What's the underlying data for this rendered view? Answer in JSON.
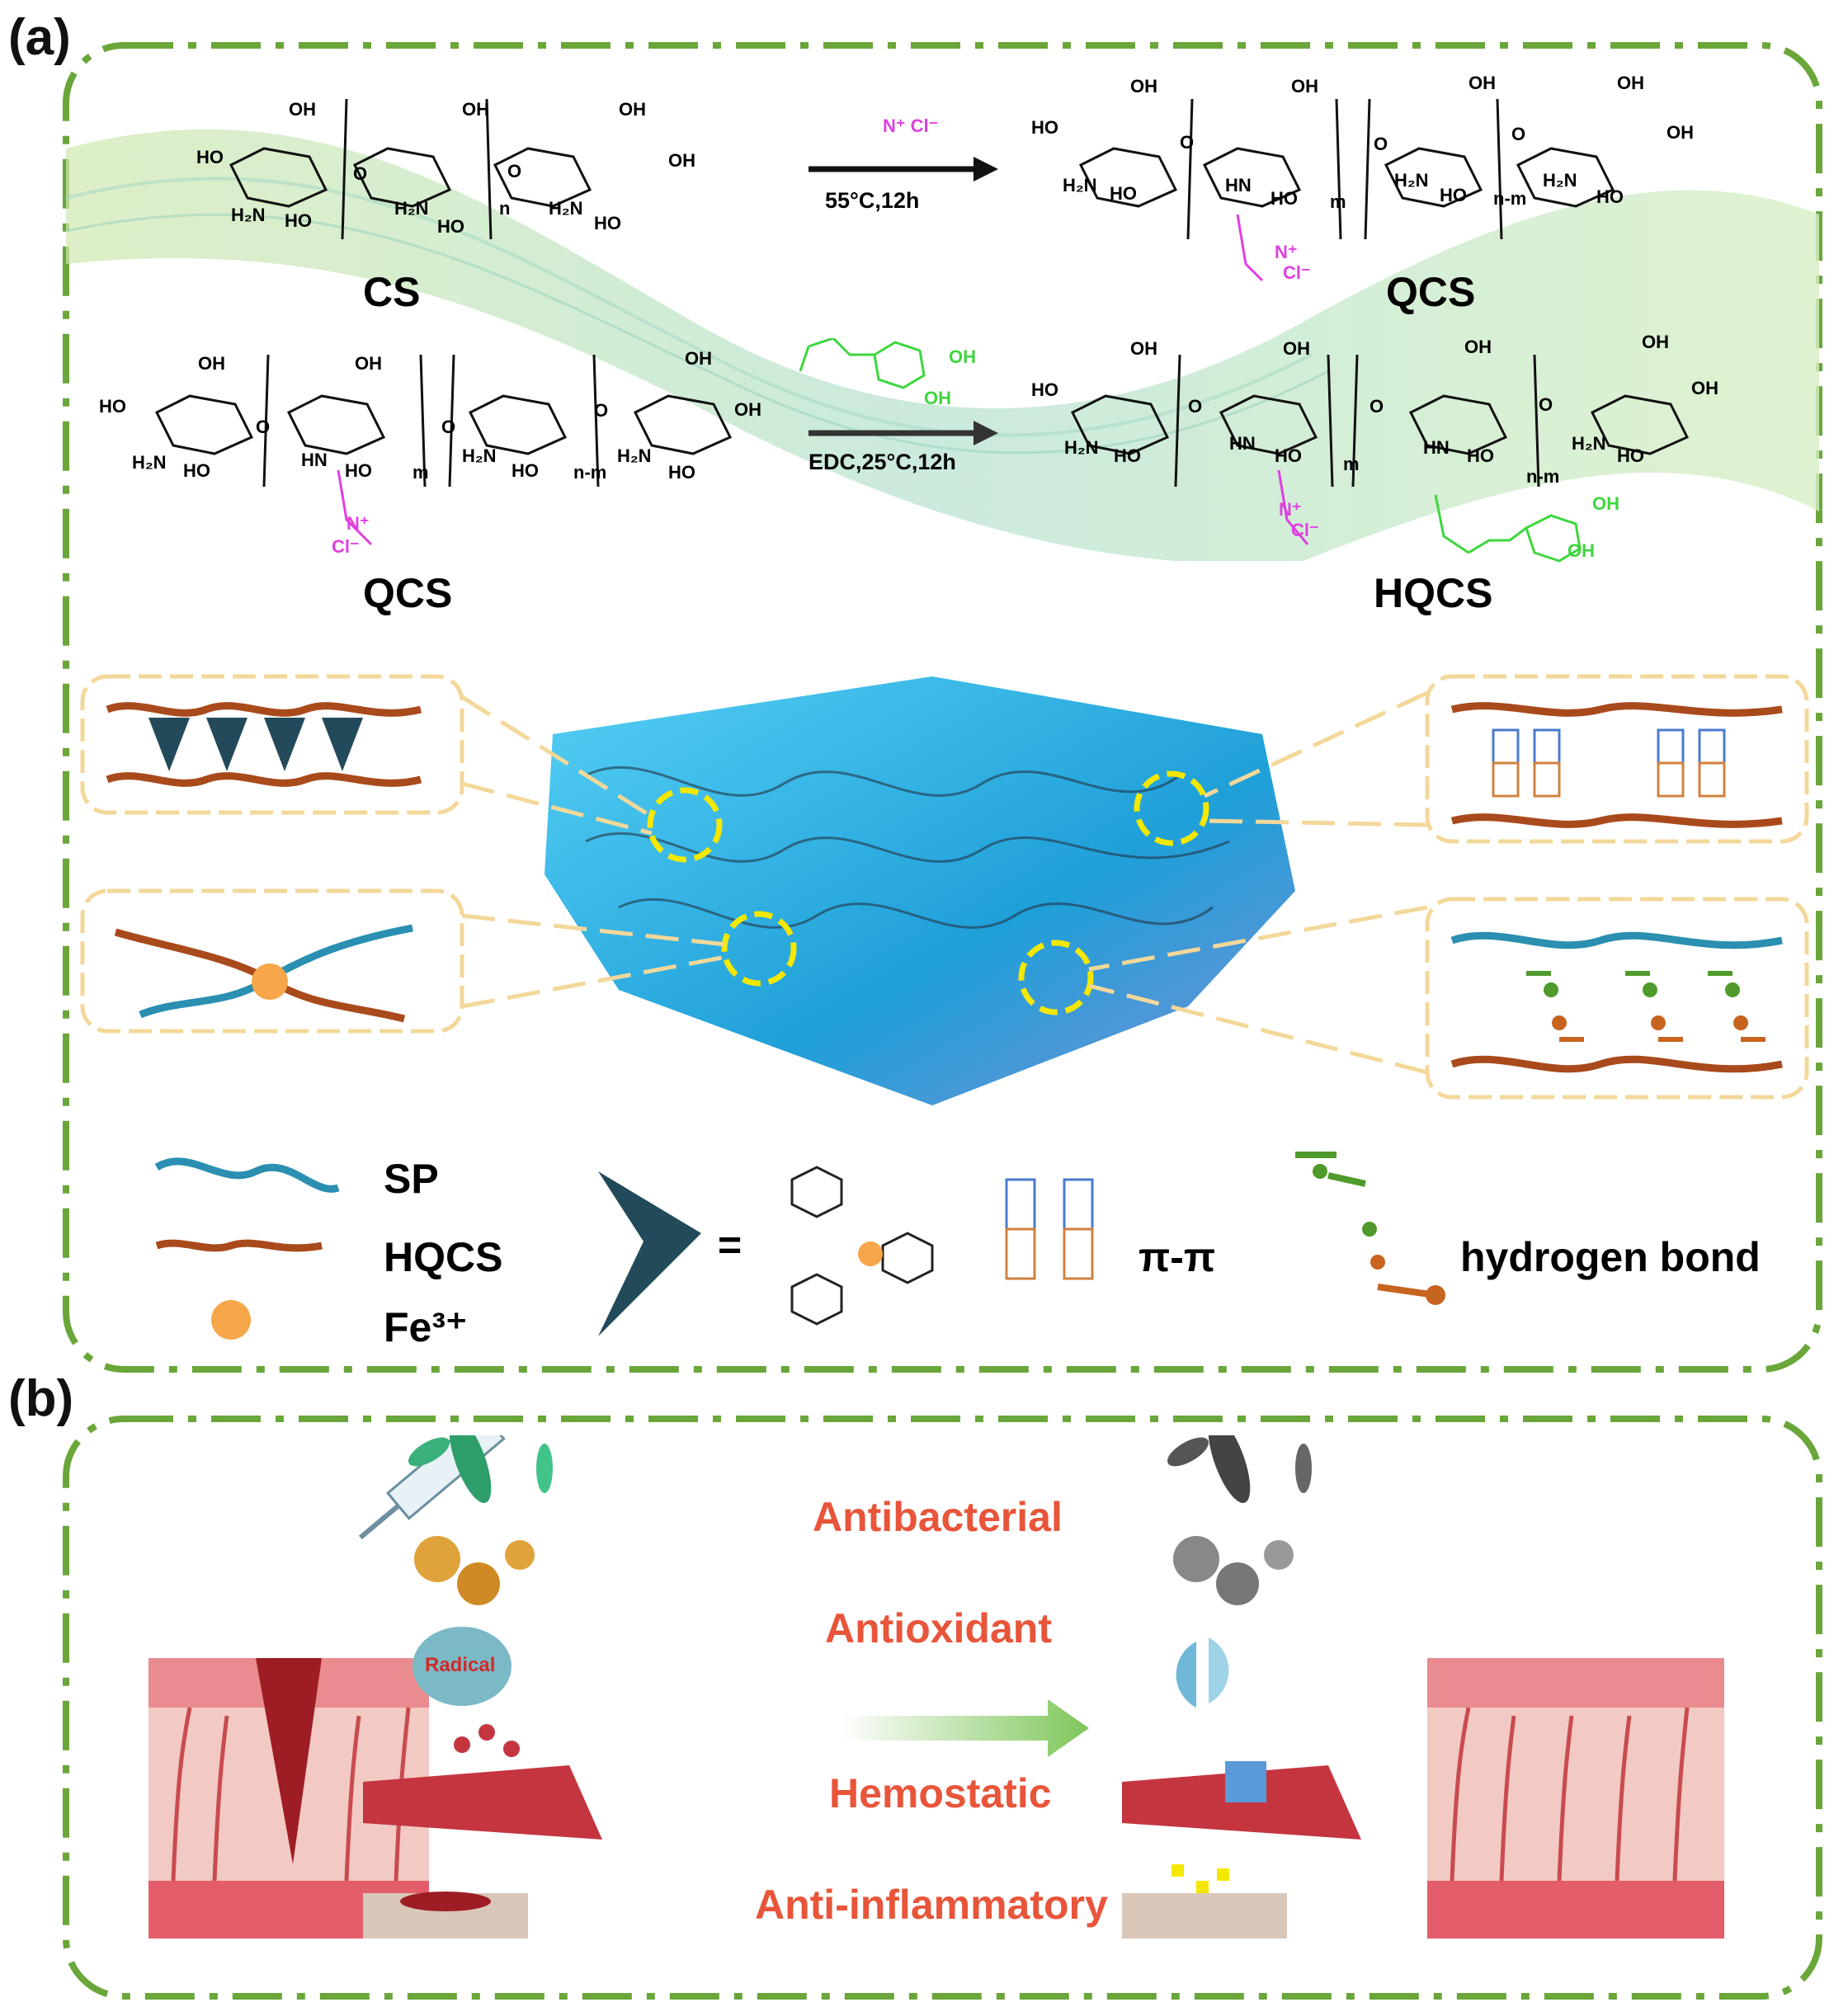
{
  "panel_a": {
    "tag": "(a)",
    "reaction1": {
      "reactant": "CS",
      "product": "QCS",
      "condition": "55°C,12h",
      "reagent": "N⁺ Cl⁻"
    },
    "reaction2": {
      "reactant": "QCS",
      "product": "HQCS",
      "condition": "EDC,25°C,12h",
      "reagent": "OH"
    },
    "chem_text": {
      "oh": "OH",
      "ho": "HO",
      "h2n": "H₂N",
      "o": "O",
      "n": "n",
      "m": "m",
      "nm": "n-m",
      "hn": "HN",
      "nplus": "N⁺",
      "cl": "Cl⁻",
      "hn_o": "HN"
    },
    "legend": {
      "sp": "SP",
      "hqcs": "HQCS",
      "fe": "Fe³⁺",
      "equals": "=",
      "pipi": "π-π",
      "hbond": "hydrogen bond"
    },
    "colors": {
      "border": "#6aa63a",
      "zoom_border": "#f3d89a",
      "hqcs_chain": "#a94a1c",
      "sp_chain": "#2a8fb0",
      "hydrogel": "#2bb3e6",
      "highlight": "#f5e800",
      "quat": "#e040e0",
      "catechol": "#3ed63e"
    }
  },
  "panel_b": {
    "tag": "(b)",
    "properties": [
      "Antibacterial",
      "Antioxidant",
      "Hemostatic",
      "Anti-inflammatory"
    ],
    "radical_label": "Radical",
    "colors": {
      "property_text": "#e8553a",
      "arrow": "#7fc65b"
    }
  }
}
